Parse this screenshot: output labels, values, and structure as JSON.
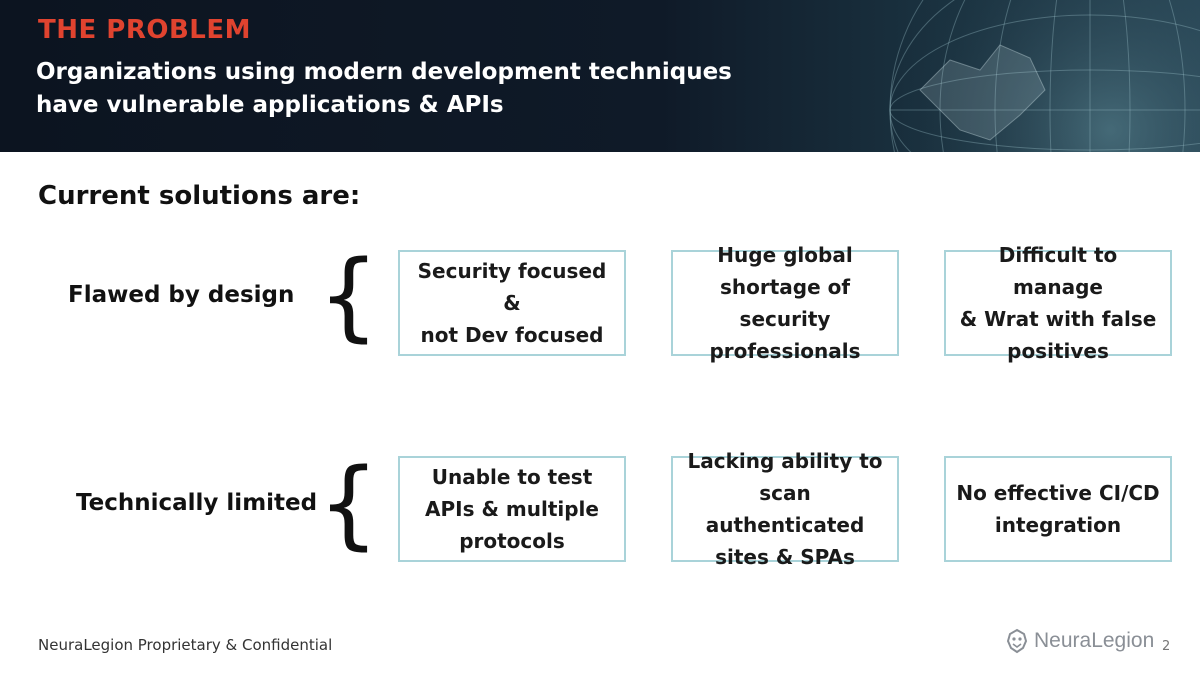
{
  "header": {
    "kicker": "THE PROBLEM",
    "subtitle": "Organizations using modern development techniques have vulnerable applications & APIs"
  },
  "section_title": "Current solutions are:",
  "rows": [
    {
      "label": "Flawed by design",
      "boxes": [
        "Security focused &\nnot Dev focused",
        "Huge global\nshortage of security\nprofessionals",
        "Difficult to manage\n& Wrat with false\npositives"
      ]
    },
    {
      "label": "Technically limited",
      "boxes": [
        "Unable to test\nAPIs & multiple\nprotocols",
        "Lacking ability to\nscan authenticated\nsites & SPAs",
        "No effective CI/CD\nintegration"
      ]
    }
  ],
  "footer": {
    "confidential": "NeuraLegion Proprietary & Confidential",
    "logo_text": "NeuraLegion",
    "page_number": "2"
  },
  "colors": {
    "accent_red": "#e0432f",
    "box_border": "#a9d3d9",
    "header_bg": "#0f1a28"
  }
}
